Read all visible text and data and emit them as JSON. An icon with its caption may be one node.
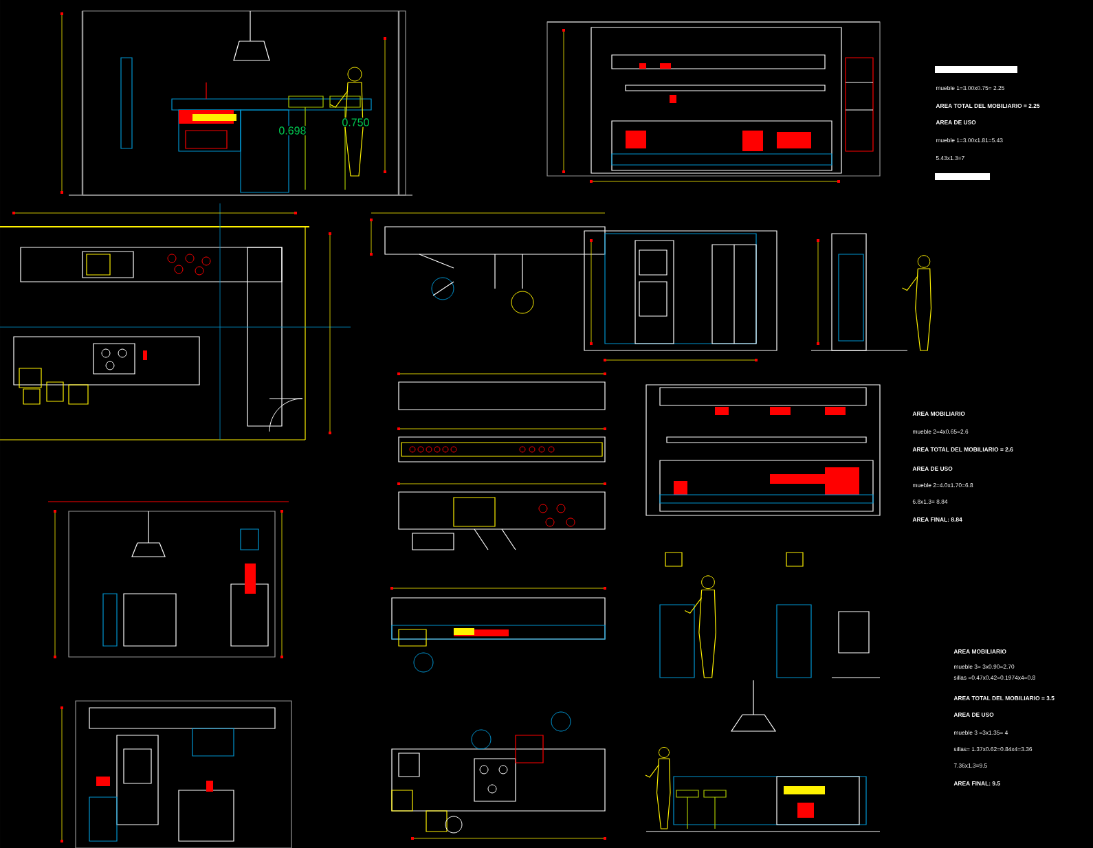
{
  "diagram": {
    "labels": [
      "0.698",
      "0.750",
      "mueble 1=3.00x0.75= 2.25",
      "AREA TOTAL DEL MOBILIARIO = 2.25",
      "AREA DE USO",
      "mueble 1=3.00x1.81=5.43",
      "5.43x1.3=7",
      "AREA MOBILIARIO",
      "mueble 2=4x0.65=2.6",
      "AREA TOTAL DEL MOBILIARIO = 2.6",
      "AREA DE USO",
      "mueble 2=4.0x1.70=6.8",
      "6.8x1.3= 8.84",
      "AREA FINAL: 8.84",
      "AREA MOBILIARIO",
      "mueble 3= 3x0.90=2.70",
      "sillas  =0.47x0.42=0.1974x4=0.8",
      "AREA TOTAL DEL MOBILIARIO = 3.5",
      "AREA DE USO",
      "mueble 3 =3x1.35= 4",
      "sillas= 1.37x0.62=0.84x4=3.36",
      "7.36x1.3=9.5",
      "AREA FINAL: 9.5"
    ]
  }
}
